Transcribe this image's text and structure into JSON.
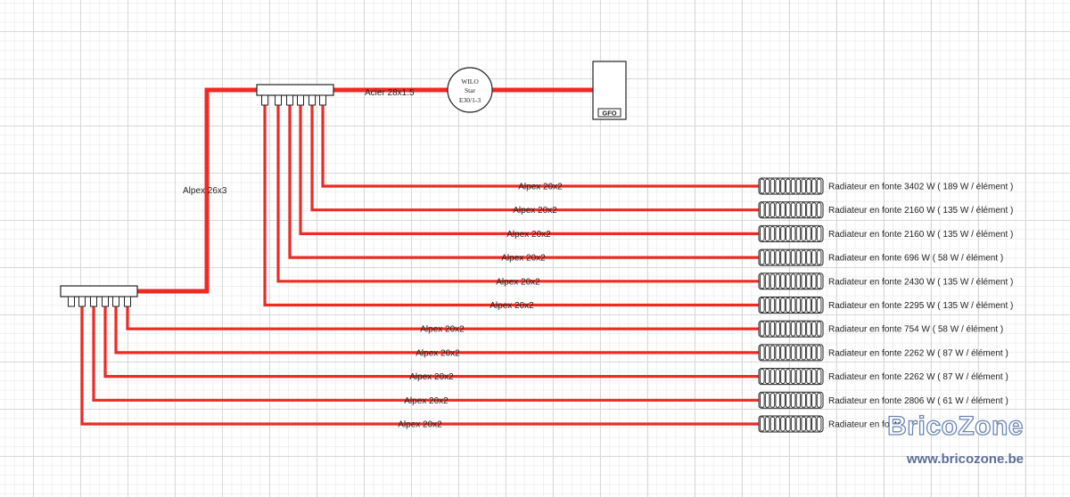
{
  "pipes": {
    "main_feed": "Acier 28x1.5",
    "riser": "Alpex 26x3",
    "branch": "Alpex 20x2"
  },
  "pump": {
    "line1": "WILO",
    "line2": "Star",
    "line3": "E30/1-3"
  },
  "boiler": {
    "label": "GFO"
  },
  "radiators": [
    "Radiateur en fonte 3402 W ( 189 W / élément )",
    "Radiateur en fonte 2160 W ( 135 W / élément )",
    "Radiateur en fonte 2160 W ( 135 W / élément )",
    "Radiateur en fonte 696 W ( 58 W / élément )",
    "Radiateur en fonte 2430 W ( 135 W / élément )",
    "Radiateur en fonte 2295 W ( 135 W / élément )",
    "Radiateur en fonte 754 W ( 58 W / élément )",
    "Radiateur en fonte 2262 W ( 87 W / élément )",
    "Radiateur en fonte 2262 W ( 87 W / élément )",
    "Radiateur en fonte 2806 W ( 61 W / élément )",
    "Radiateur en fonte"
  ],
  "watermark": {
    "brand": "BricoZone",
    "url": "www.bricozone.be"
  },
  "colors": {
    "pipe": "#ee2a24",
    "outline": "#222222"
  }
}
